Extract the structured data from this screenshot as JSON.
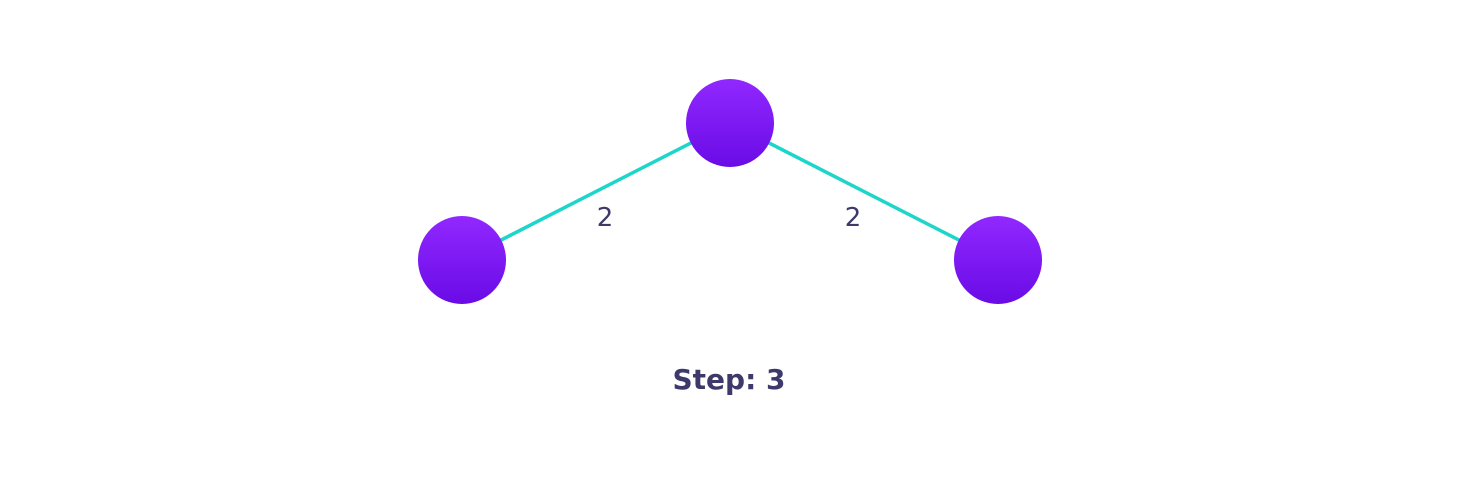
{
  "graph": {
    "nodes": [
      {
        "id": "top"
      },
      {
        "id": "left"
      },
      {
        "id": "right"
      }
    ],
    "edges": [
      {
        "from": "top",
        "to": "left",
        "weight": "2"
      },
      {
        "from": "top",
        "to": "right",
        "weight": "2"
      }
    ]
  },
  "step_label": "Step: 3",
  "colors": {
    "node_top": "#9128ff",
    "node_bottom": "#6a0be6",
    "edge": "#1dd6c9",
    "text": "#3d3a6b"
  }
}
